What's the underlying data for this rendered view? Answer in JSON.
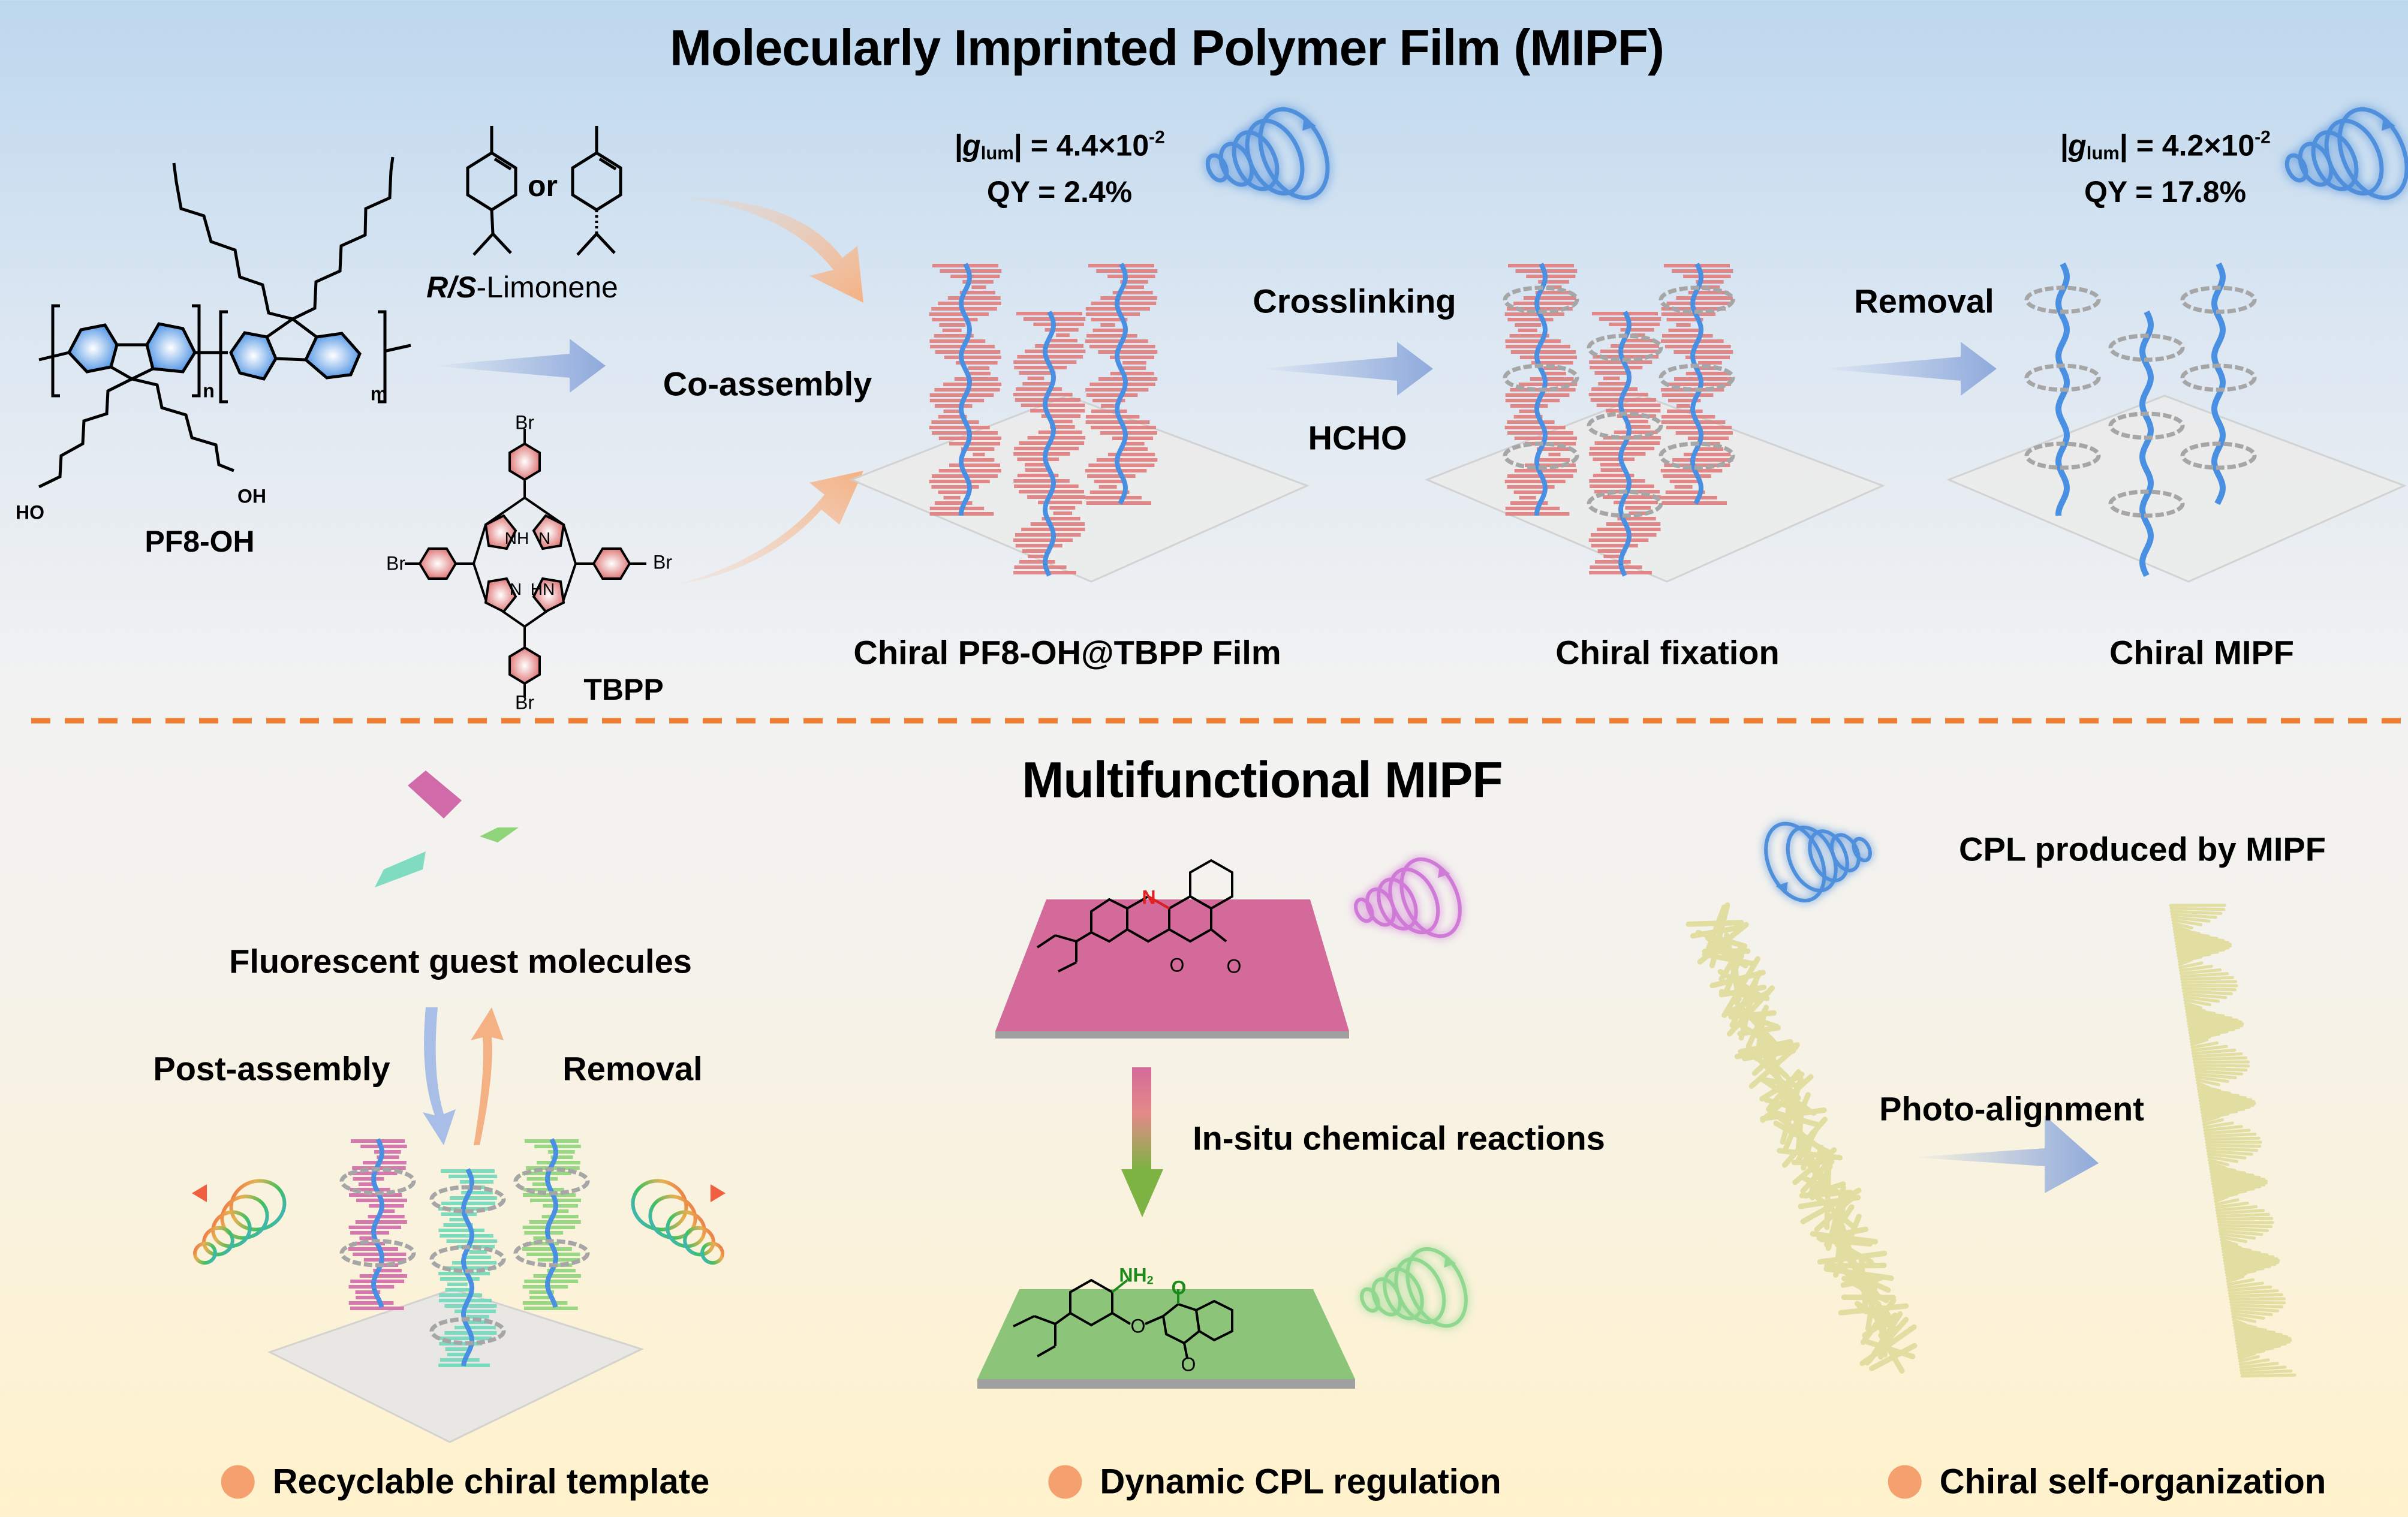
{
  "colors": {
    "accent_orange": "#ED7D31",
    "legend_dot": "#F4A06F",
    "polymer_blue": "#4A90E2",
    "porphyrin_red": "#E07C7C",
    "arrow_blue": "#8FAADC",
    "arrow_orange": "#F4B183",
    "film_pink": "#D46A9A",
    "film_green": "#8CC57A",
    "rod_khaki": "#E2DDA0",
    "chain_gray": "#A6A6A6"
  },
  "top_panel": {
    "title": "Molecularly Imprinted Polymer Film (MIPF)",
    "pf8oh": {
      "name": "PF8-OH",
      "ho_left": "HO",
      "oh_right": "OH",
      "subscript_n": "n",
      "subscript_m": "m"
    },
    "limonene": {
      "or_label": "or",
      "name_r": "R",
      "name_slash": "/",
      "name_s": "S",
      "name_rest": "-Limonene"
    },
    "tbpp": {
      "name": "TBPP",
      "br": "Br",
      "nh": "NH",
      "n": "N",
      "hn": "HN"
    },
    "step1": {
      "label": "Co-assembly"
    },
    "step2": {
      "label": "Crosslinking",
      "reagent": "HCHO"
    },
    "step3": {
      "label": "Removal"
    },
    "film1": {
      "caption": "Chiral PF8-OH@TBPP Film",
      "glum_prefix": "|g",
      "glum_sub": "lum",
      "glum_value": "| = 4.4×10",
      "glum_exp": "-2",
      "qy": "QY = 2.4%"
    },
    "film2": {
      "caption": "Chiral fixation"
    },
    "film3": {
      "caption": "Chiral MIPF",
      "glum_prefix": "|g",
      "glum_sub": "lum",
      "glum_value": "| = 4.2×10",
      "glum_exp": "-2",
      "qy": "QY = 17.8%"
    }
  },
  "bottom_panel": {
    "title": "Multifunctional MIPF",
    "left": {
      "guest_label": "Fluorescent guest molecules",
      "post_assembly": "Post-assembly",
      "removal": "Removal",
      "legend": "Recyclable chiral template"
    },
    "middle": {
      "reaction_label": "In-situ chemical reactions",
      "atom_n": "N",
      "atom_o": "O",
      "atom_nh2": "NH",
      "nh2_sub": "2",
      "legend": "Dynamic CPL regulation"
    },
    "right": {
      "cpl_label": "CPL produced by MIPF",
      "photo_label": "Photo-alignment",
      "legend": "Chiral self-organization"
    }
  }
}
